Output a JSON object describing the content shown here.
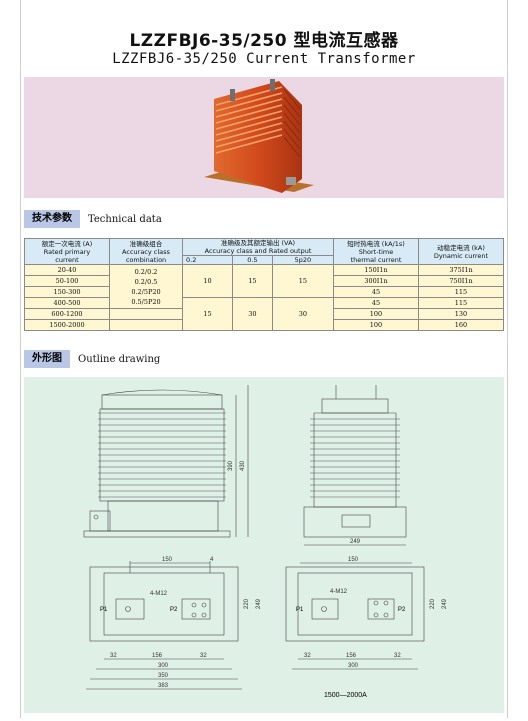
{
  "header": {
    "corner_note": "",
    "title_cn": "LZZFBJ6-35/250 型电流互感器",
    "title_en": "LZZFBJ6-35/250 Current Transformer"
  },
  "technical": {
    "tag": "技术参数",
    "label": "Technical data",
    "columns": {
      "primary_current": "额定一次电流 (A)\nRated primary current",
      "accuracy": "准确级组合\nAccuracy class combination",
      "output": "准确级及其额定输出 (VA)\nAccuracy class and Rated output",
      "output_sub": [
        "0.2",
        "0.5",
        "5p20"
      ],
      "thermal": "短时热电流 (kA/1s)\nShort-time thermal current",
      "dynamic": "动稳定电流 (kA)\nDynamic current"
    },
    "header_lines": {
      "pc1": "额定一次电流 (A)",
      "pc2": "Rated primary",
      "pc3": "current",
      "ac1": "准确级组合",
      "ac2": "Accuracy class",
      "ac3": "combination",
      "out1": "准确级及其额定输出 (VA)",
      "out2": "Accuracy class and Rated output",
      "th1": "短时热电流 (kA/1s)",
      "th2": "Short-time",
      "th3": "thermal current",
      "dy1": "动稳定电流 (kA)",
      "dy2": "Dynamic current"
    },
    "rows": [
      {
        "current": "20-40",
        "thermal": "150I1n",
        "dynamic": "375I1n"
      },
      {
        "current": "50-100",
        "thermal": "300I1n",
        "dynamic": "750I1n"
      },
      {
        "current": "150-300",
        "thermal": "45",
        "dynamic": "115"
      },
      {
        "current": "400-500",
        "thermal": "45",
        "dynamic": "115"
      },
      {
        "current": "600-1200",
        "thermal": "100",
        "dynamic": "130"
      },
      {
        "current": "1500-2000",
        "thermal": "100",
        "dynamic": "160"
      }
    ],
    "accuracy_combos": [
      "0.2/0.2",
      "0.2/0.5",
      "0.2/5P20",
      "0.5/5P20"
    ],
    "group_a": {
      "v02": "10",
      "v05": "15",
      "v5p20": "15"
    },
    "group_b": {
      "v02": "15",
      "v05": "30",
      "v5p20": "30"
    }
  },
  "outline": {
    "tag": "外形图",
    "label": "Outline drawing",
    "dims": {
      "h390": "390",
      "h430": "430",
      "w249": "249",
      "w150": "150",
      "w4": "4",
      "h220": "220",
      "h249": "249",
      "w32": "32",
      "w156": "156",
      "w300": "300",
      "w350": "350",
      "w383": "383",
      "p1": "P1",
      "p2": "P2",
      "m12": "4-M12"
    },
    "caption": "1500—2000A"
  }
}
